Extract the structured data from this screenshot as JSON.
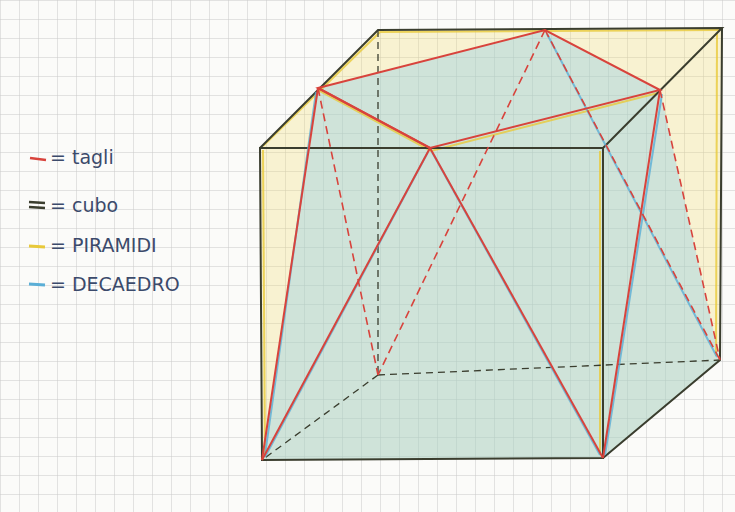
{
  "diagram": {
    "legend": [
      {
        "text": "= tagli"
      },
      {
        "text": "= cubo"
      },
      {
        "text": "= PIRAMIDI"
      },
      {
        "text": "= DECAEDRO"
      }
    ]
  }
}
